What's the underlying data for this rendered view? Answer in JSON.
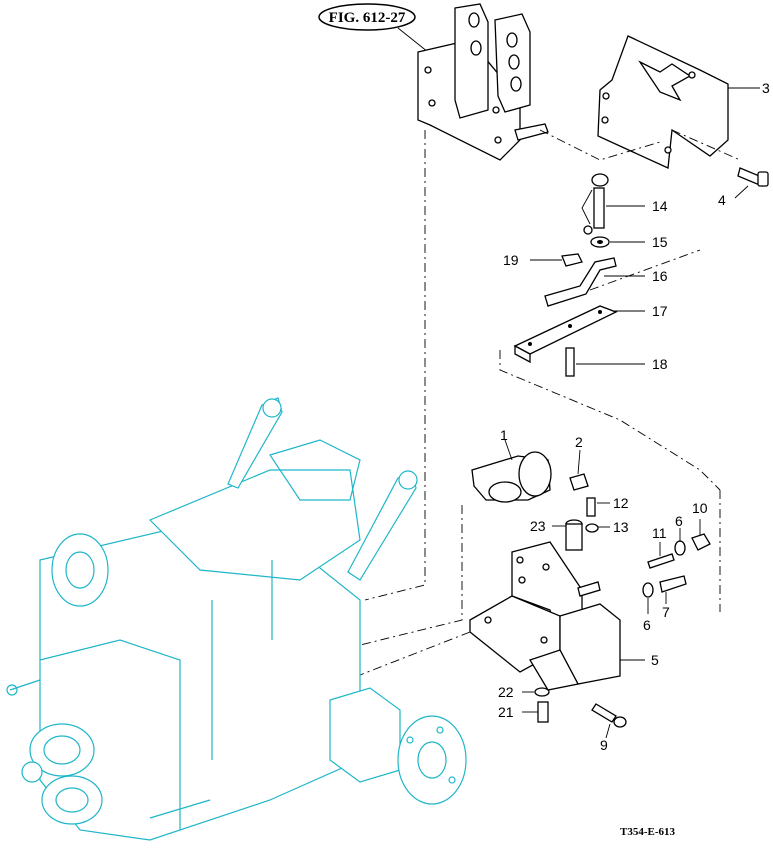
{
  "figure_ref": "FIG. 612-27",
  "drawing_code": "T354-E-613",
  "callouts": [
    {
      "id": "c3",
      "label": "3"
    },
    {
      "id": "c4",
      "label": "4"
    },
    {
      "id": "c14",
      "label": "14"
    },
    {
      "id": "c15",
      "label": "15"
    },
    {
      "id": "c19",
      "label": "19"
    },
    {
      "id": "c16",
      "label": "16"
    },
    {
      "id": "c17",
      "label": "17"
    },
    {
      "id": "c18",
      "label": "18"
    },
    {
      "id": "c1",
      "label": "1"
    },
    {
      "id": "c2",
      "label": "2"
    },
    {
      "id": "c12",
      "label": "12"
    },
    {
      "id": "c23",
      "label": "23"
    },
    {
      "id": "c13",
      "label": "13"
    },
    {
      "id": "c10",
      "label": "10"
    },
    {
      "id": "c11",
      "label": "11"
    },
    {
      "id": "c6a",
      "label": "6"
    },
    {
      "id": "c7",
      "label": "7"
    },
    {
      "id": "c6b",
      "label": "6"
    },
    {
      "id": "c5",
      "label": "5"
    },
    {
      "id": "c22",
      "label": "22"
    },
    {
      "id": "c21",
      "label": "21"
    },
    {
      "id": "c9",
      "label": "9"
    }
  ],
  "colors": {
    "line": "#000000",
    "housing": "#1fb6c9",
    "background": "#ffffff"
  }
}
